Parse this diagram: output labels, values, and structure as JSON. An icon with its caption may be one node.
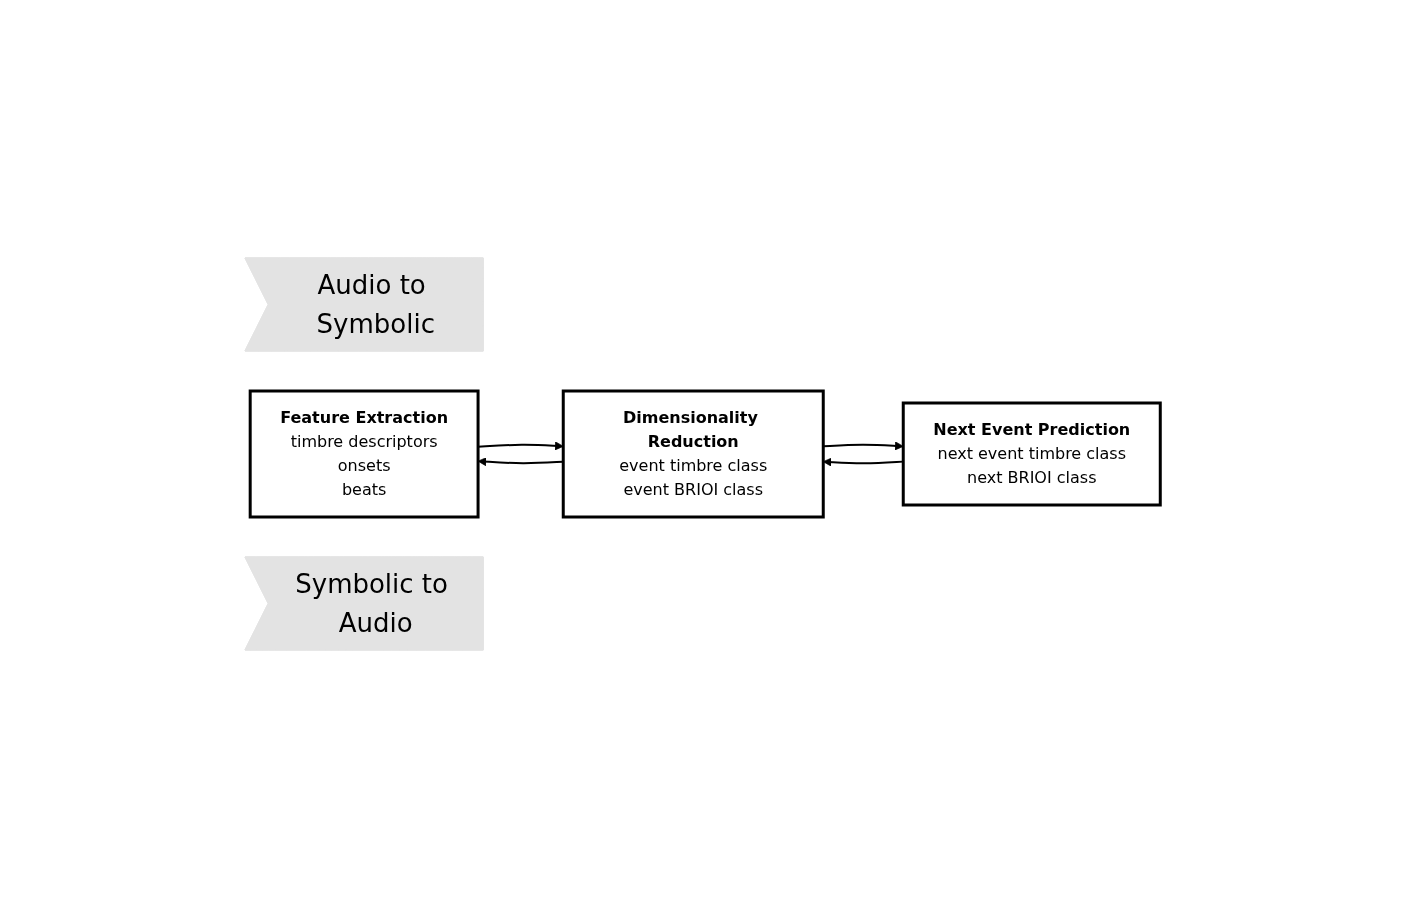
{
  "diagram": {
    "nodes": [
      {
        "text": [
          "Audio to Symbolic"
        ]
      },
      {
        "text": [
          "Feature Extraction",
          "timbre descriptors",
          "onsets",
          "beats"
        ]
      },
      {
        "text": [
          "Dimensionality Reduction",
          "event timbre class",
          "event BRIOI class"
        ]
      },
      {
        "text": [
          "Next Event Prediction",
          "next event timbre class",
          "next BRIOI class"
        ]
      },
      {
        "text": [
          "Symbolic to Audio"
        ]
      }
    ],
    "edges": [
      {
        "from": 1,
        "to": 2,
        "arrow": "to"
      },
      {
        "from": 2,
        "to": 3,
        "arrow": "to"
      },
      {
        "from": 3,
        "to": 2,
        "arrow": "to"
      },
      {
        "from": 2,
        "to": 1,
        "arrow": "to"
      }
    ]
  }
}
